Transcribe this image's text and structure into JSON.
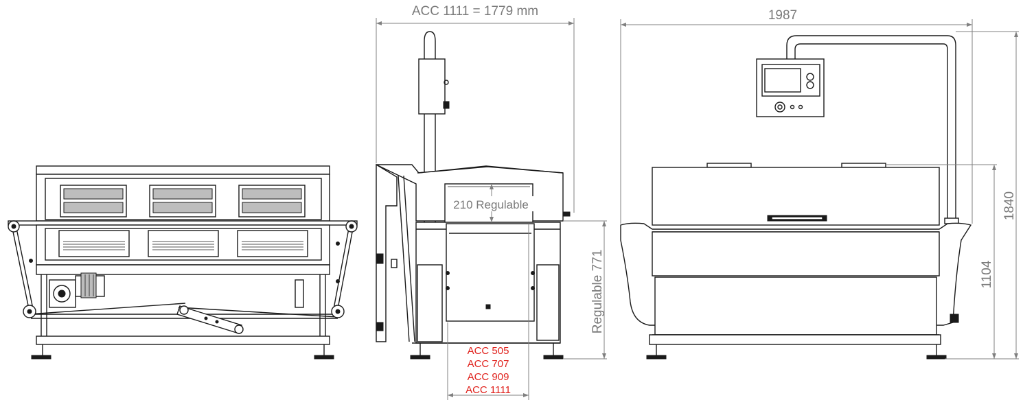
{
  "dimensions": {
    "side_width": "ACC 1111 = 1779 mm",
    "rear_width": "1987",
    "total_height": "1840",
    "body_height": "1104",
    "work_height": "Regulable 771",
    "clearance": "210 Regulable"
  },
  "models": [
    "ACC 505",
    "ACC 707",
    "ACC 909",
    "ACC 1111"
  ],
  "colors": {
    "line": "#1a1a1a",
    "dimension": "#808080",
    "model_text": "#e0201b"
  }
}
